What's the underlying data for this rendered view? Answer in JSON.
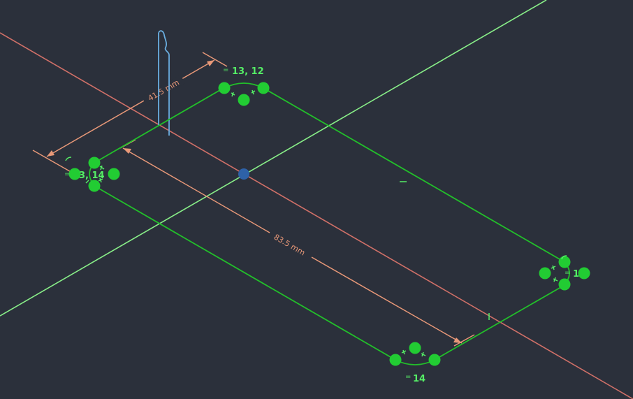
{
  "colors": {
    "background": "#2b303b",
    "sketch_line": "#22c02a",
    "sketch_point": "#22cc33",
    "axis_x": "#d07068",
    "axis_y": "#88ee88",
    "dimension": "#e89878",
    "z_indicator": "#6aaee0",
    "origin": "#2e62a8",
    "constraint_text": "#55ee66"
  },
  "icons": {
    "tangent": "tangent-constraint-icon",
    "equal": "equal-constraint-icon",
    "horizontal": "horizontal-constraint-icon",
    "vertical": "vertical-constraint-icon",
    "coincident": "coincident-constraint-icon"
  },
  "dimensions": {
    "width_label": "41.5 mm",
    "length_label": "83.5 mm"
  },
  "constraints": {
    "top_corner_label": "13, 12",
    "left_corner_label": "3, 14",
    "right_corner_label": "1",
    "bottom_corner_label": "14",
    "equal_symbol": "="
  }
}
